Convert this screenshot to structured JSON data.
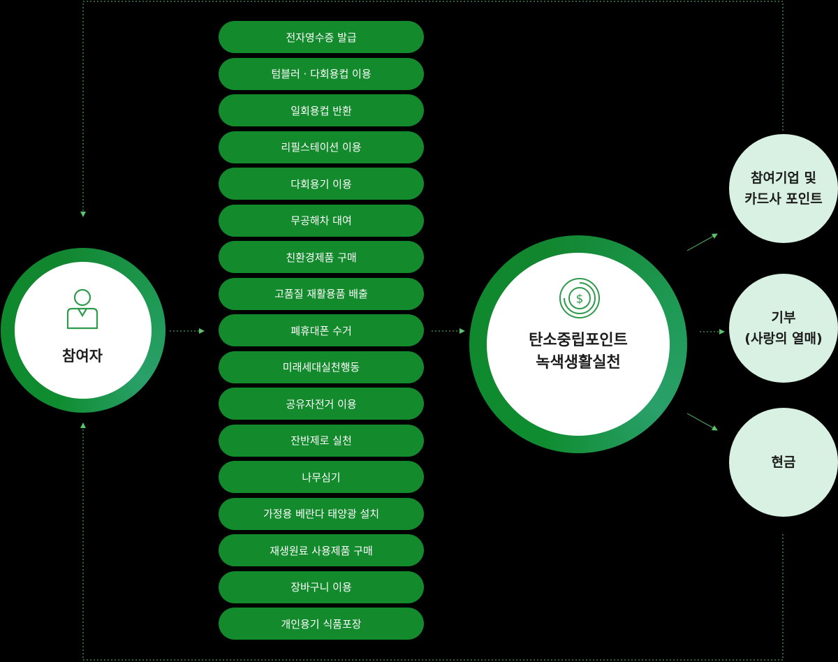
{
  "participant": {
    "label": "참여자",
    "icon": "person-icon"
  },
  "actions": [
    "전자영수증 발급",
    "텀블러 · 다회용컵 이용",
    "일회용컵 반환",
    "리필스테이션 이용",
    "다회용기 이용",
    "무공해차 대여",
    "친환경제품 구매",
    "고품질 재활용품 배출",
    "폐휴대폰 수거",
    "미래세대실천행동",
    "공유자전거 이용",
    "잔반제로 실천",
    "나무심기",
    "가정용 베란다 태양광 설치",
    "재생원료 사용제품 구매",
    "장바구니 이용",
    "개인용기 식품포장"
  ],
  "center": {
    "line1": "탄소중립포인트",
    "line2": "녹색생활실천",
    "icon": "coin-dollar-icon"
  },
  "results": [
    {
      "line1": "참여기업 및",
      "line2": "카드사 포인트"
    },
    {
      "line1": "기부",
      "line2": "(사랑의 열매)"
    },
    {
      "line1": "현금",
      "line2": ""
    }
  ],
  "colors": {
    "background": "#000000",
    "pill": "#138a2c",
    "ring": "#0f8c2f",
    "result_fill": "#d8f1e2",
    "connector": "#5cc46f"
  }
}
